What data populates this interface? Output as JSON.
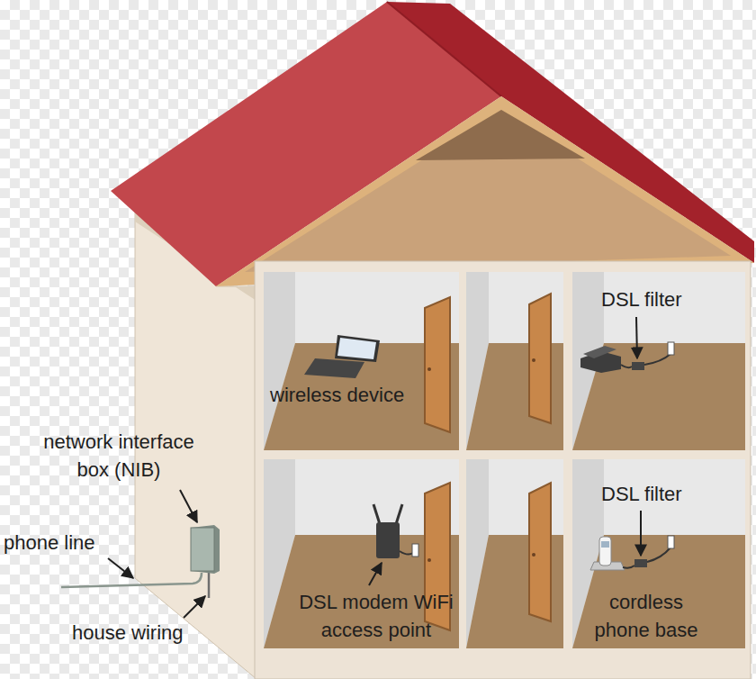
{
  "diagram": {
    "labels": [
      "DSL filter",
      "wireless device",
      "network interface box (NIB)",
      "DSL filter",
      "phone line",
      "DSL modem WiFi access point",
      "cordless phone base",
      "house wiring"
    ]
  }
}
